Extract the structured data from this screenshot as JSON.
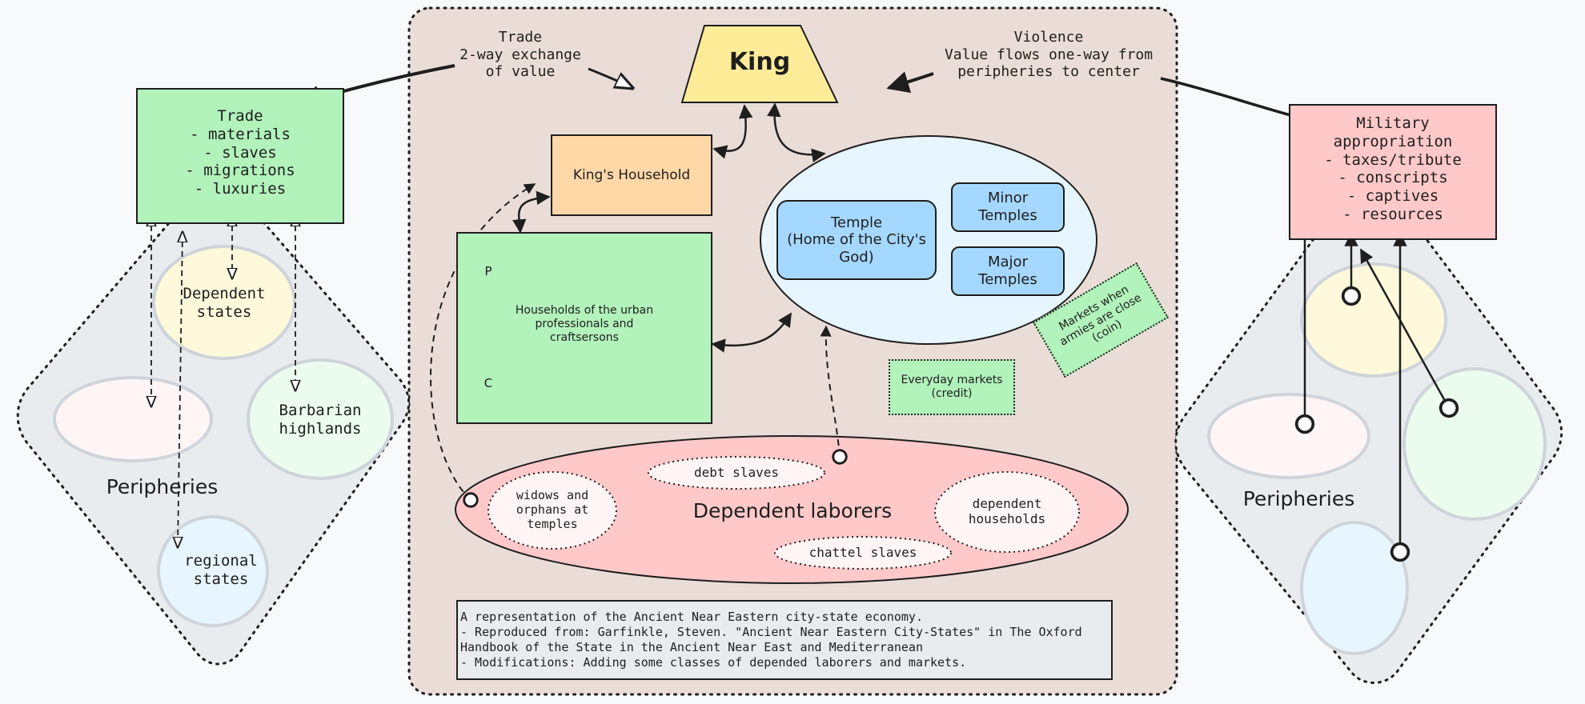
{
  "colors": {
    "central_panel": "#eaddd7",
    "periphery_panel": "#e9ecef",
    "trade_box": "#b2f2bb",
    "military_box": "#ffc9c9",
    "king": "#ffec99",
    "kings_household": "#ffd8a8",
    "temple_ellipse": "#e7f5ff",
    "temple_box": "#a5d8ff",
    "dependent_laborers": "#ffc9c9",
    "yellow_blob": "#fff9db",
    "pink_blob": "#fff5f5",
    "green_blob": "#ebfbee",
    "blue_blob": "#e7f5ff"
  },
  "king": {
    "label": "King"
  },
  "top_annotations": {
    "trade": "Trade\n2-way exchange\nof value",
    "violence": "Violence\nValue flows one-way from\nperipheries to center"
  },
  "trade_box": {
    "text": "Trade\n- materials\n- slaves\n- migrations\n- luxuries"
  },
  "military_box": {
    "text": "Military\nappropriation\n- taxes/tribute\n- conscripts\n- captives\n- resources"
  },
  "kings_household": {
    "label": "King's Household"
  },
  "households": {
    "label": "Households of the urban\nprofessionals and\ncraftsersons",
    "top_row_first": "P",
    "bottom_row_first": "C"
  },
  "temple": {
    "main": "Temple\n(Home of the City's\nGod)",
    "minor": "Minor\nTemples",
    "major": "Major\nTemples"
  },
  "markets": {
    "everyday": "Everyday markets\n(credit)",
    "armies": "Markets when\narmies are close\n(coin)"
  },
  "dependent_laborers": {
    "title": "Dependent laborers",
    "widows": "widows and\norphans at\ntemples",
    "debt": "debt slaves",
    "chattel": "chattel slaves",
    "households": "dependent\nhouseholds"
  },
  "left_periphery": {
    "title": "Peripheries",
    "dependent_states": "Dependent\nstates",
    "barbarian": "Barbarian\nhighlands",
    "regional": "regional\nstates"
  },
  "right_periphery": {
    "title": "Peripheries"
  },
  "caption": {
    "line1": "A representation of the Ancient Near Eastern city-state economy.",
    "line2": "- Reproduced from: Garfinkle, Steven. \"Ancient Near Eastern City-States\" in The Oxford",
    "line3": "Handbook of the State in the Ancient Near East and Mediterranean",
    "line4": "- Modifications: Adding some classes of depended laborers and markets."
  }
}
